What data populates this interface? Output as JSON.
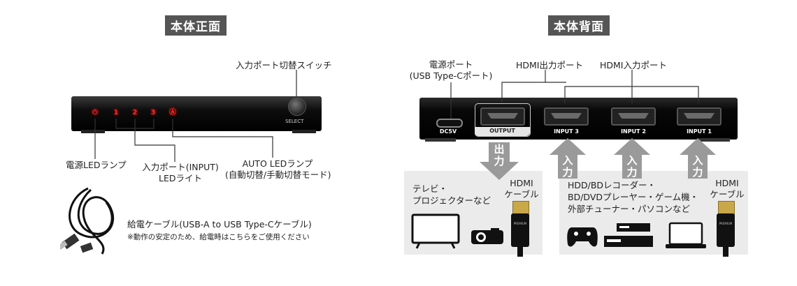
{
  "front": {
    "title": "本体正面",
    "switch_label": "入力ポート切替スイッチ",
    "select_label": "SELECT",
    "power_led_label": "電源LEDランプ",
    "input_led_label_1": "入力ポート(INPUT)",
    "input_led_label_2": "LEDライト",
    "auto_led_label_1": "AUTO LEDランプ",
    "auto_led_label_2": "(自動切替/手動切替モード)",
    "leds": [
      "⏻",
      "1",
      "2",
      "3",
      "Ⓐ"
    ],
    "cable_label": "給電ケーブル(USB-A to USB Type-Cケーブル)",
    "cable_note": "※動作の安定のため、給電時はこちらをご使用ください"
  },
  "back": {
    "title": "本体背面",
    "power_port_label_1": "電源ポート",
    "power_port_label_2": "(USB Type-Cポート)",
    "hdmi_out_label": "HDMI出力ポート",
    "hdmi_in_label": "HDMI入力ポート",
    "dc_label": "DC5V",
    "ports": [
      "OUTPUT",
      "INPUT 3",
      "INPUT 2",
      "INPUT 1"
    ],
    "out_arrow": "出力",
    "in_arrow": "入力",
    "out_box_label_1": "テレビ・",
    "out_box_label_2": "プロジェクターなど",
    "cable_label_1": "HDMI",
    "cable_label_2": "ケーブル",
    "in_box_label_1": "HDD/BDレコーダー・",
    "in_box_label_2": "BD/DVDプレーヤー・ゲーム機・",
    "in_box_label_3": "外部チューナー・パソコンなど",
    "in_cable_label_1": "HDMI",
    "in_cable_label_2": "ケーブル",
    "cable_brand": "PREMIUM"
  },
  "colors": {
    "led": "#ff2a2a",
    "tag_bg": "#555555",
    "box_bg": "#ebebeb",
    "arrow": "#9a9a9a",
    "gold": "#c9a84a"
  }
}
